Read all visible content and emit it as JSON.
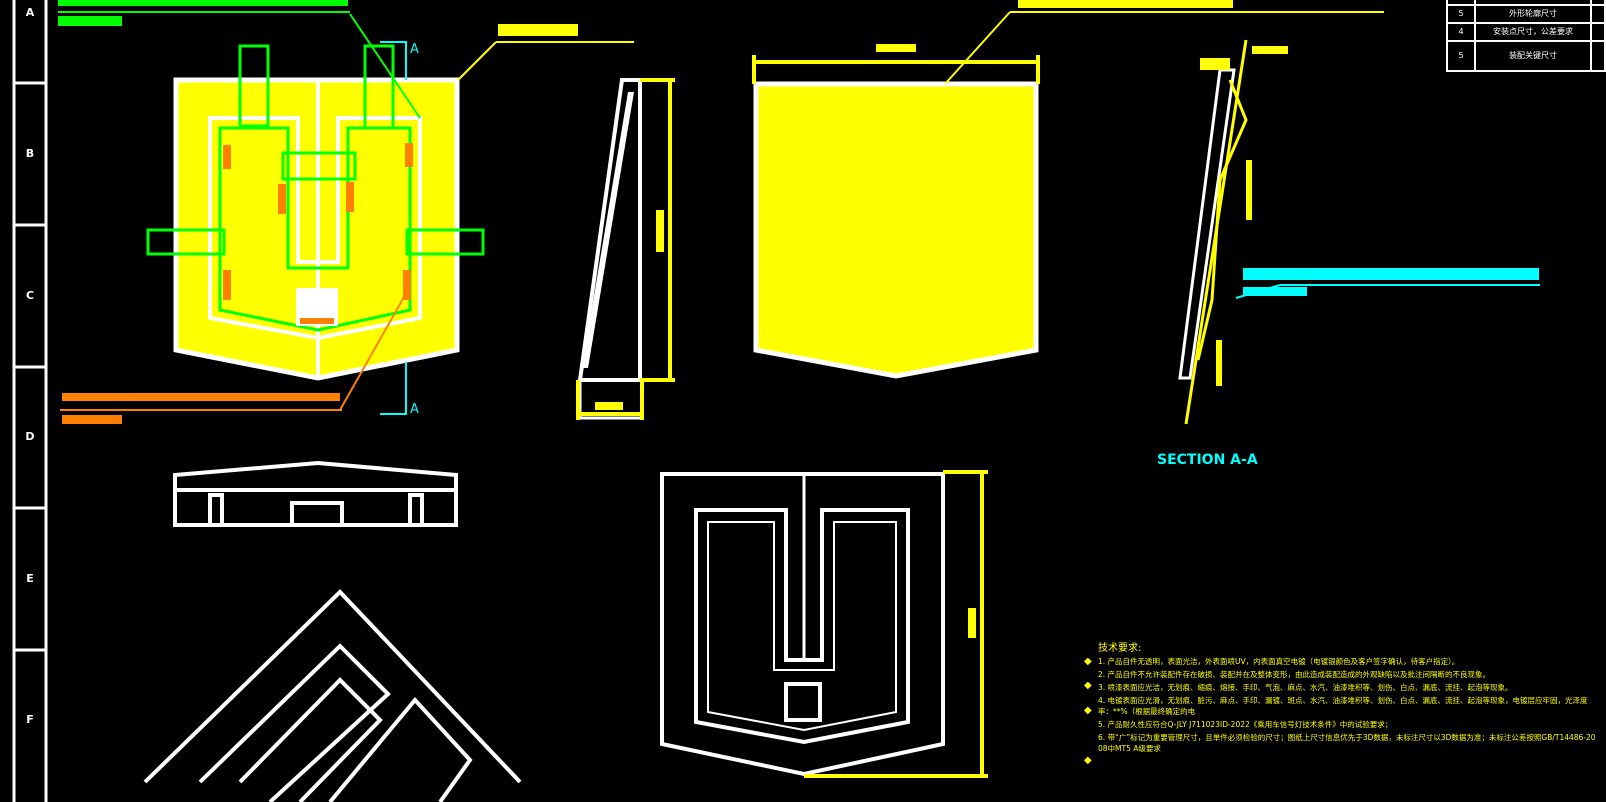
{
  "frame": {
    "zone_labels": [
      "A",
      "B",
      "C",
      "D",
      "E",
      "F"
    ]
  },
  "title_table": {
    "rows": [
      {
        "no": "",
        "desc": ""
      },
      {
        "no": "5",
        "desc": "外形轮廓尺寸"
      },
      {
        "no": "4",
        "desc": "安装点尺寸，公差要求"
      },
      {
        "no": "5",
        "desc": "装配关键尺寸"
      }
    ]
  },
  "section_marks": {
    "top": "A",
    "bottom": "A"
  },
  "section_label": "SECTION A-A",
  "technical_requirements": {
    "title": "技术要求:",
    "items": [
      "1. 产品自件无透明，表面光洁，外表面喷UV，内表面真空电镀（电镀银颜色及客户签字确认，待客户指定）。",
      "2. 产品自件不允许装配件存在破损、装配并在及整体变形，由此造成装配造成的外观缺陷以及批注间隔断的不良现象。",
      "3. 喷漆表面应光洁，无划痕、缩痕、熔接、手印、气泡、麻点、水汽、油漆堆积等、划伤、白点、漏底、流挂、起泡等现象。",
      "4. 电镀表面应光滑，无划痕、脏污、麻点、手印、漏镀、斑点、水汽、油漆堆积等、划伤、白点、漏底、流挂、起泡等现象，电镀层应牢固，光泽度率：**%（根据最终确定的电",
      "5. 产品耐久性应符合Q-JLY J711023ID-2022《乘用车信号灯技术条件》中的试验要求；",
      "6. 带“广”标记为重要管理尺寸，且单件必须检验的尺寸；图纸上尺寸信息优先于3D数据，未标注尺寸以3D数据为准；未标注公差按照GB/T14486-2008中MT5 A级要求"
    ]
  },
  "colors": {
    "background": "#000000",
    "outline": "#ffffff",
    "surface": "#ffff00",
    "clip_zone": "#00ff00",
    "clip": "#ff8000",
    "section": "#00ffff"
  }
}
